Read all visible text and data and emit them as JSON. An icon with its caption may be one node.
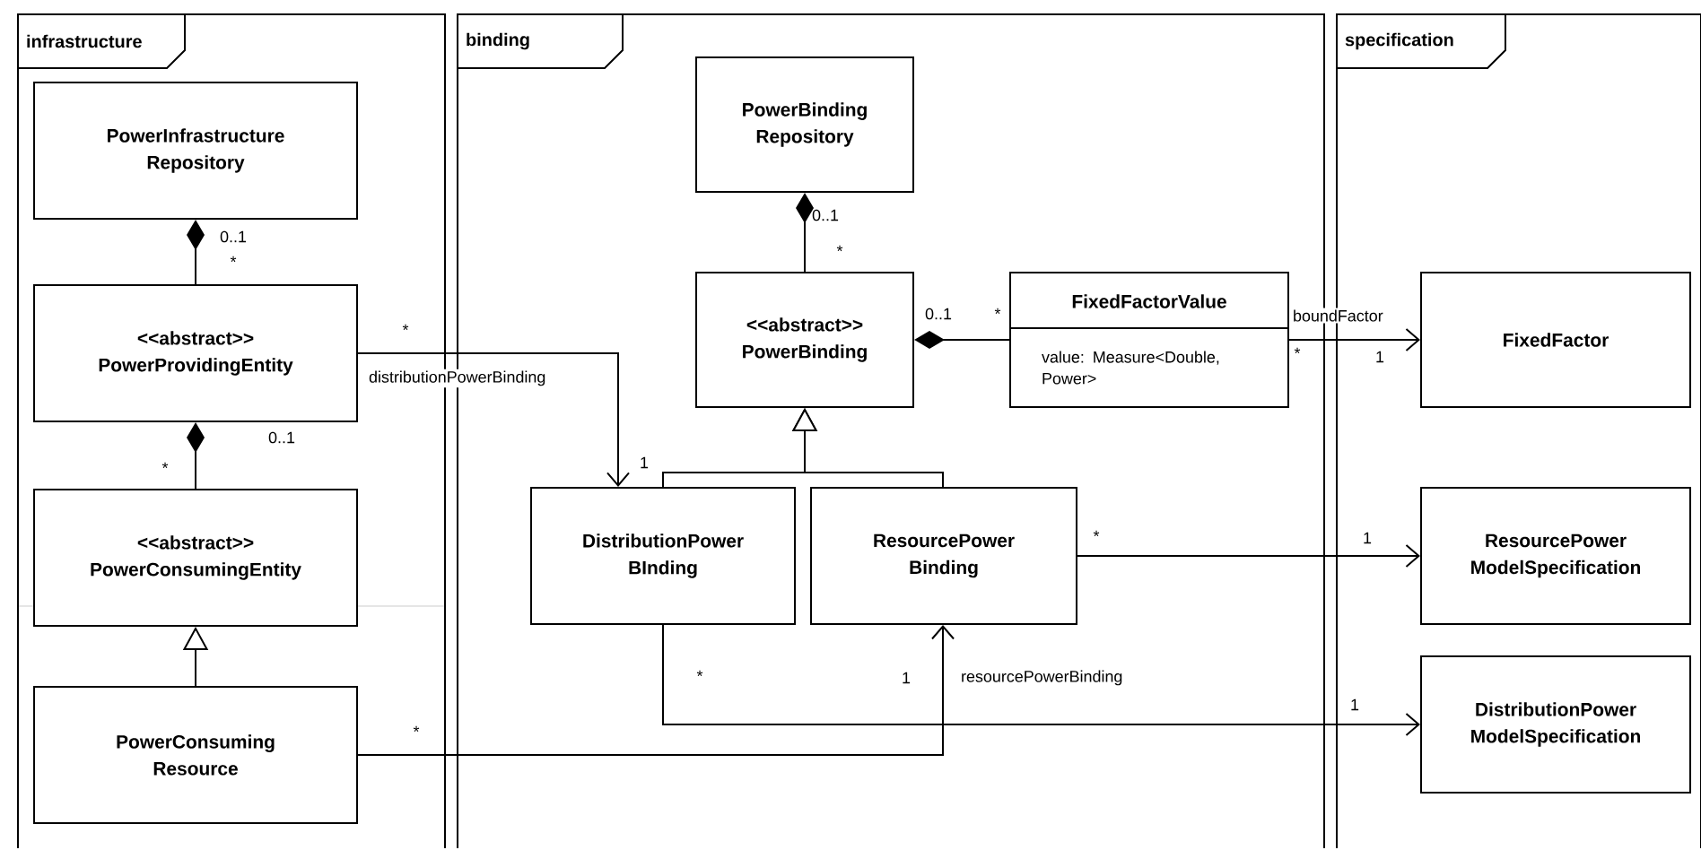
{
  "diagram": {
    "nodes": [
      {
        "text": [
          "infrastructure"
        ]
      },
      {
        "text": [
          "PowerInfrastructure Repository"
        ],
        "in": 0
      },
      {
        "text": [
          "<<abstract>> PowerProvidingEntity"
        ],
        "in": 0
      },
      {
        "text": [
          "<<abstract>> PowerConsumingEntity"
        ],
        "in": 0
      },
      {
        "text": [
          "PowerConsuming Resource"
        ],
        "in": 0
      },
      {
        "text": [
          "binding"
        ]
      },
      {
        "text": [
          "PowerBinding Repository"
        ],
        "in": 5
      },
      {
        "text": [
          "<<abstract>> PowerBinding"
        ],
        "in": 5
      },
      {
        "text": [
          "FixedFactorValue",
          "value: Measure<Double, Power>"
        ],
        "in": 5
      },
      {
        "text": [
          "DistributionPower BInding"
        ],
        "in": 5
      },
      {
        "text": [
          "ResourcePower Binding"
        ],
        "in": 5
      },
      {
        "text": [
          "specification"
        ]
      },
      {
        "text": [
          "FixedFactor"
        ],
        "in": 11
      },
      {
        "text": [
          "ResourcePower ModelSpecification"
        ],
        "in": 11
      },
      {
        "text": [
          "DistributionPower ModelSpecification"
        ],
        "in": 11
      }
    ],
    "edges": [
      {
        "from": 1,
        "to": 2,
        "arrow": "other"
      },
      {
        "from": 2,
        "to": 3,
        "arrow": "other"
      },
      {
        "from": 2,
        "to": 9,
        "arrow": "to",
        "label": "distributionPowerBinding"
      },
      {
        "from": 4,
        "to": 3,
        "arrow": "to"
      },
      {
        "from": 6,
        "to": 7,
        "arrow": "other"
      },
      {
        "from": 7,
        "to": 8,
        "arrow": "other"
      },
      {
        "from": 9,
        "to": 7,
        "arrow": "to"
      },
      {
        "from": 10,
        "to": 7,
        "arrow": "to"
      },
      {
        "from": 8,
        "to": 12,
        "arrow": "to",
        "label": "boundFactor"
      },
      {
        "from": 10,
        "to": 13,
        "arrow": "to"
      },
      {
        "from": 9,
        "to": 14,
        "arrow": "to"
      },
      {
        "from": 4,
        "to": 10,
        "arrow": "to",
        "label": "resourcePowerBinding"
      }
    ],
    "labels": [
      "0..1",
      "*",
      "*",
      "0..1",
      "*",
      "1",
      "0..1",
      "*",
      "0..1",
      "*",
      "*",
      "1",
      "*",
      "1",
      "*",
      "1",
      "1",
      "*"
    ]
  }
}
